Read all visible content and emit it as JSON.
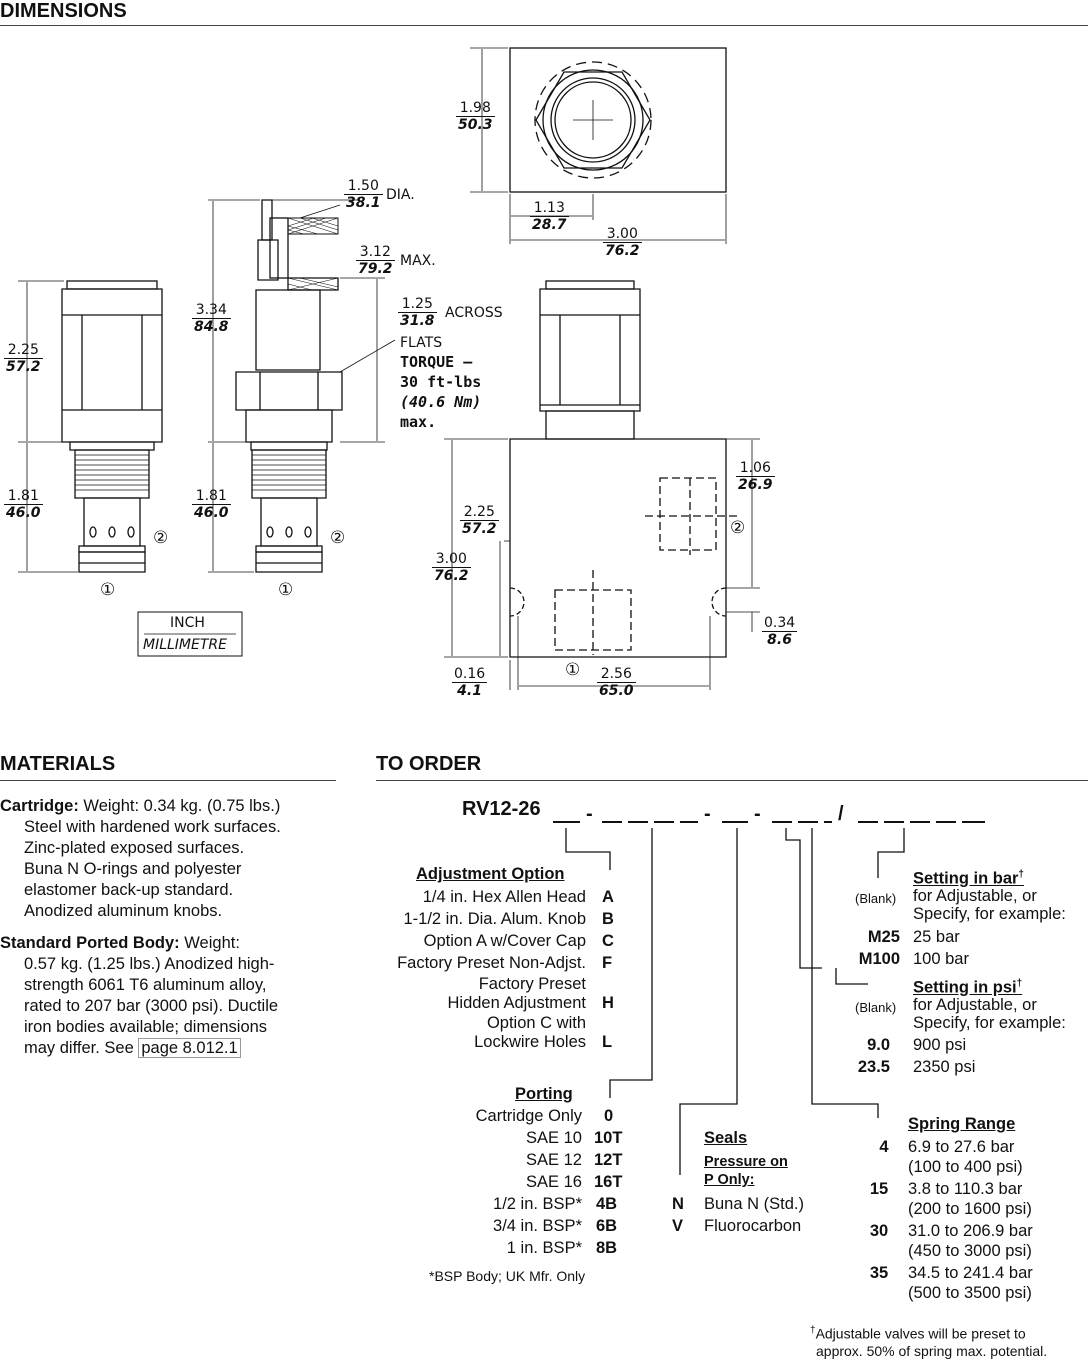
{
  "sections": {
    "dimensions": "DIMENSIONS",
    "materials": "MATERIALS",
    "to_order": "TO ORDER"
  },
  "dims": {
    "left_225_in": "2.25",
    "left_225_mm": "57.2",
    "left_181_in": "1.81",
    "left_181_mm": "46.0",
    "mid_334_in": "3.34",
    "mid_334_mm": "84.8",
    "mid_181_in": "1.81",
    "mid_181_mm": "46.0",
    "knob_150_in": "1.50",
    "knob_150_mm": "38.1",
    "dia": "DIA.",
    "max_312_in": "3.12",
    "max_312_mm": "79.2",
    "max": "MAX.",
    "flats_125_in": "1.25",
    "flats_125_mm": "31.8",
    "across": "ACROSS",
    "flats": "FLATS",
    "torque1": "TORQUE –",
    "torque2": "30 ft-lbs",
    "torque3": "(40.6 Nm)",
    "torque4": "max.",
    "port1": "①",
    "port2": "②",
    "legend_in": "INCH",
    "legend_mm": "MILLIMETRE",
    "top_198_in": "1.98",
    "top_198_mm": "50.3",
    "top_113_in": "1.13",
    "top_113_mm": "28.7",
    "top_300_in": "3.00",
    "top_300_mm": "76.2",
    "body_106_in": "1.06",
    "body_106_mm": "26.9",
    "body_225_in": "2.25",
    "body_225_mm": "57.2",
    "body_300_in": "3.00",
    "body_300_mm": "76.2",
    "body_034_in": "0.34",
    "body_034_mm": "8.6",
    "body_016_in": "0.16",
    "body_016_mm": "4.1",
    "body_256_in": "2.56",
    "body_256_mm": "65.0"
  },
  "materials": {
    "cart_label": "Cartridge:",
    "cart_l1": " Weight: 0.34 kg. (0.75 lbs.)",
    "cart_l2": "Steel with hardened work surfaces.",
    "cart_l3": "Zinc-plated exposed surfaces.",
    "cart_l4": "Buna N O-rings and polyester",
    "cart_l5": "elastomer back-up standard.",
    "cart_l6": "Anodized aluminum knobs.",
    "body_label": "Standard Ported Body:",
    "body_l1": " Weight:",
    "body_l2": "0.57 kg. (1.25 lbs.) Anodized high-",
    "body_l3": "strength 6061 T6 aluminum alloy,",
    "body_l4": "rated to 207 bar (3000 psi). Ductile",
    "body_l5": "iron bodies available; dimensions",
    "body_l6": "may differ. See ",
    "body_link": "page 8.012.1"
  },
  "order": {
    "model": "RV12-26",
    "adj_title": "Adjustment Option",
    "adj": [
      {
        "label": "1/4 in. Hex Allen Head",
        "code": "A"
      },
      {
        "label": "1-1/2 in. Dia. Alum. Knob",
        "code": "B"
      },
      {
        "label": "Option A w/Cover Cap",
        "code": "C"
      },
      {
        "label": "Factory Preset Non-Adjst.",
        "code": "F"
      },
      {
        "label": "Factory Preset",
        "code": ""
      },
      {
        "label": "Hidden Adjustment",
        "code": "H"
      },
      {
        "label": "Option C with",
        "code": ""
      },
      {
        "label": "Lockwire Holes",
        "code": "L"
      }
    ],
    "port_title": "Porting",
    "ports": [
      {
        "label": "Cartridge Only",
        "code": "0"
      },
      {
        "label": "SAE 10",
        "code": "10T"
      },
      {
        "label": "SAE 12",
        "code": "12T"
      },
      {
        "label": "SAE 16",
        "code": "16T"
      },
      {
        "label": "1/2 in. BSP*",
        "code": "4B"
      },
      {
        "label": "3/4 in. BSP*",
        "code": "6B"
      },
      {
        "label": "1 in. BSP*",
        "code": "8B"
      }
    ],
    "bsp_note": "*BSP Body; UK Mfr. Only",
    "seals_title": "Seals",
    "seals_sub1": "Pressure on",
    "seals_sub2": "P Only:",
    "seals": [
      {
        "code": "N",
        "label": "Buna N (Std.)"
      },
      {
        "code": "V",
        "label": "Fluorocarbon"
      }
    ],
    "bar_title": "Setting in bar",
    "psi_title": "Setting in psi",
    "dagger": "†",
    "blank": "(Blank)",
    "adj_l1": "for Adjustable, or",
    "adj_l2": "Specify, for example:",
    "bar_ex": [
      {
        "code": "M25",
        "label": "25 bar"
      },
      {
        "code": "M100",
        "label": "100 bar"
      }
    ],
    "psi_ex": [
      {
        "code": "9.0",
        "label": "900 psi"
      },
      {
        "code": "23.5",
        "label": "2350 psi"
      }
    ],
    "spring_title": "Spring Range",
    "springs": [
      {
        "code": "4",
        "l1": "6.9 to 27.6 bar",
        "l2": "(100 to 400 psi)"
      },
      {
        "code": "15",
        "l1": "3.8 to 110.3 bar",
        "l2": "(200 to 1600 psi)"
      },
      {
        "code": "30",
        "l1": "31.0 to 206.9 bar",
        "l2": "(450 to 3000 psi)"
      },
      {
        "code": "35",
        "l1": "34.5 to 241.4 bar",
        "l2": "(500 to 3500 psi)"
      }
    ],
    "foot1": "Adjustable valves will be preset to",
    "foot2": "approx. 50% of spring max. potential."
  }
}
